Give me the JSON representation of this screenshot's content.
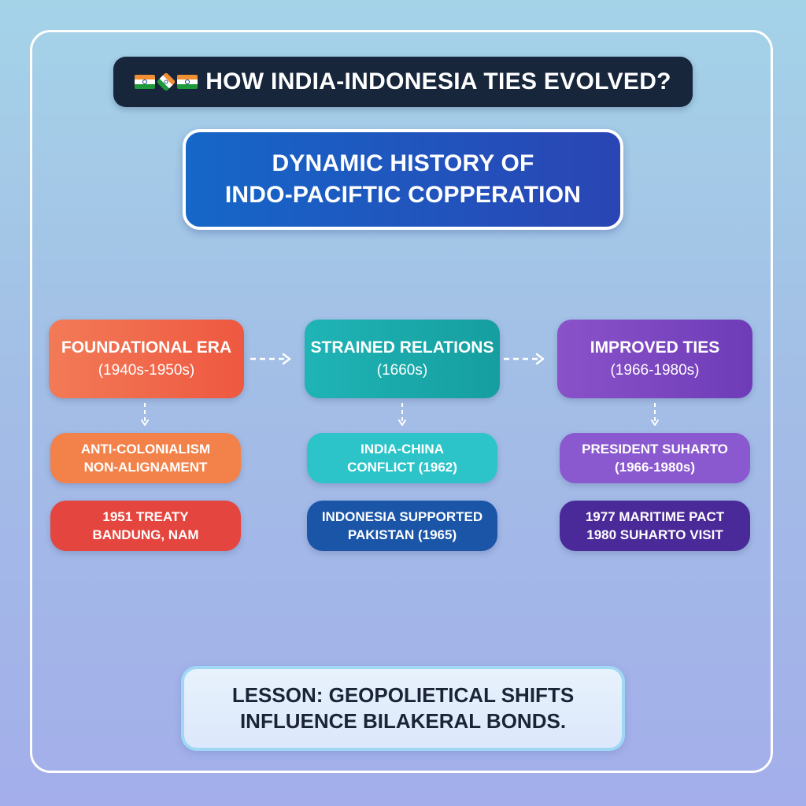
{
  "title": {
    "text": "HOW INDIA-INDONESIA TIES EVOLVED?"
  },
  "subtitle": {
    "line1": "DYNAMIC HISTORY OF",
    "line2": "INDO-PACIFTIC COPPERATION"
  },
  "eras": [
    {
      "name": "FOUNDATIONAL ERA",
      "range": "(1940s-1950s)",
      "color_from": "#f27a57",
      "color_to": "#ee5840",
      "details": [
        {
          "line1": "ANTI-COLONIALISM",
          "line2": "NON-ALIGNAMENT",
          "color": "#f2824a"
        },
        {
          "line1": "1951 TREATY",
          "line2": "BANDUNG, NAM",
          "color": "#e4453e"
        }
      ]
    },
    {
      "name": "STRAINED RELATIONS",
      "range": "(1660s)",
      "color_from": "#1fb4b6",
      "color_to": "#169e9f",
      "details": [
        {
          "line1": "INDIA-CHINA",
          "line2": "CONFLICT (1962)",
          "color": "#2cc4c9"
        },
        {
          "line1": "INDONESIA SUPPORTED",
          "line2": "PAKISTAN (1965)",
          "color": "#1a55a8"
        }
      ]
    },
    {
      "name": "IMPROVED TIES",
      "range": "(1966-1980s)",
      "color_from": "#8a52c9",
      "color_to": "#6e3cb8",
      "details": [
        {
          "line1": "PRESIDENT SUHARTO",
          "line2": "(1966-1980s)",
          "color": "#8a58cf"
        },
        {
          "line1": "1977 MARITIME PACT",
          "line2": "1980 SUHARTO VISIT",
          "color": "#4a2a98"
        }
      ]
    }
  ],
  "lesson": {
    "line1": "LESSON: GEOPOLIETICAL SHIFTS",
    "line2": "INFLUENCE BILAKERAL BONDS."
  },
  "colors": {
    "title_bar": "#17263b",
    "subtitle_from": "#1567c8",
    "subtitle_to": "#2a45b4",
    "arrow": "#ffffff"
  },
  "icons": [
    "india-flag-icon",
    "india-map-icon",
    "india-flag-icon"
  ]
}
